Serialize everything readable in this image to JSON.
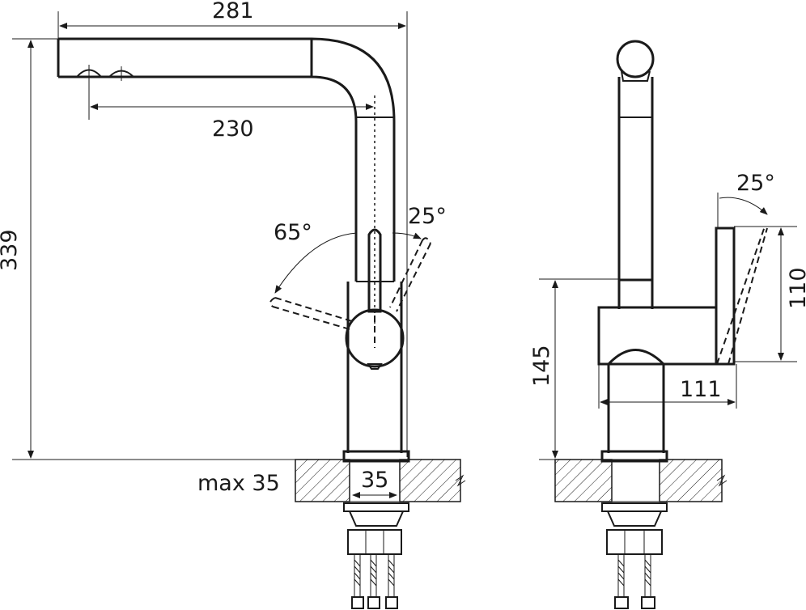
{
  "dimensions": {
    "total_width": "281",
    "spout_reach": "230",
    "total_height": "339",
    "max_thickness": "max 35",
    "hole_diameter": "35",
    "handle_angle_left": "65°",
    "handle_angle_right": "25°",
    "side_angle": "25°",
    "side_handle_height": "110",
    "body_height": "145",
    "body_depth": "111"
  }
}
